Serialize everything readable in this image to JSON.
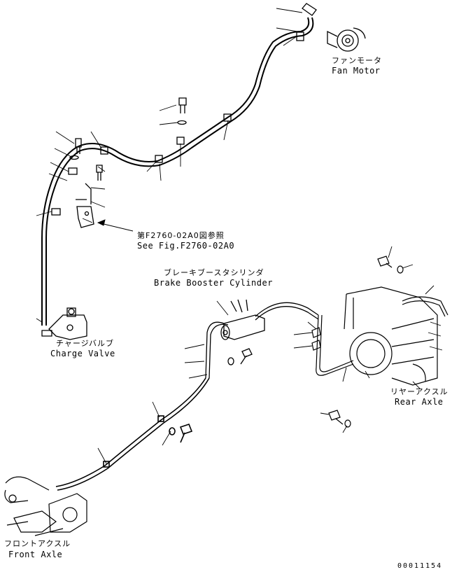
{
  "labels": {
    "fan_motor_jp": "ファンモータ",
    "fan_motor_en": "Fan Motor",
    "see_fig_jp": "第F2760-02A0図参照",
    "see_fig_en": "See Fig.F2760-02A0",
    "brake_booster_jp": "ブレーキブースタシリンダ",
    "brake_booster_en": "Brake Booster Cylinder",
    "charge_valve_jp": "チャージバルブ",
    "charge_valve_en": "Charge Valve",
    "rear_axle_jp": "リヤーアクスル",
    "rear_axle_en": "Rear Axle",
    "front_axle_jp": "フロントアクスル",
    "front_axle_en": "Front Axle",
    "drawing_number": "00011154"
  }
}
